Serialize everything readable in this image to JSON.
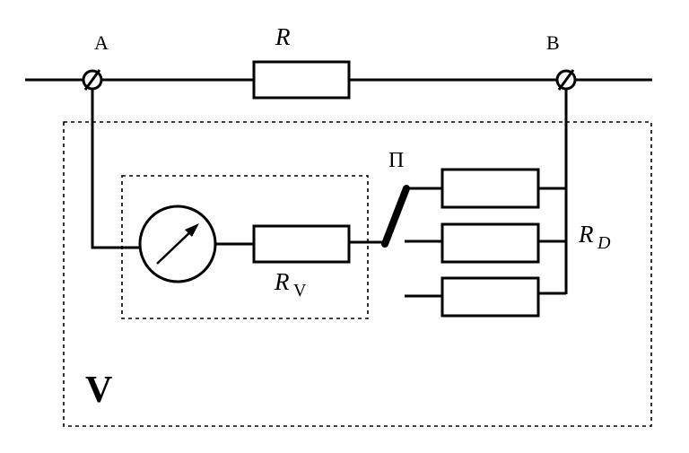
{
  "labels": {
    "node_a": "A",
    "node_b": "B",
    "resistor_r": "R",
    "switch": "П",
    "resistor_rv_main": "R",
    "resistor_rv_sub": "V",
    "resistor_rd_main": "R",
    "resistor_rd_sub": "D",
    "device": "V"
  }
}
